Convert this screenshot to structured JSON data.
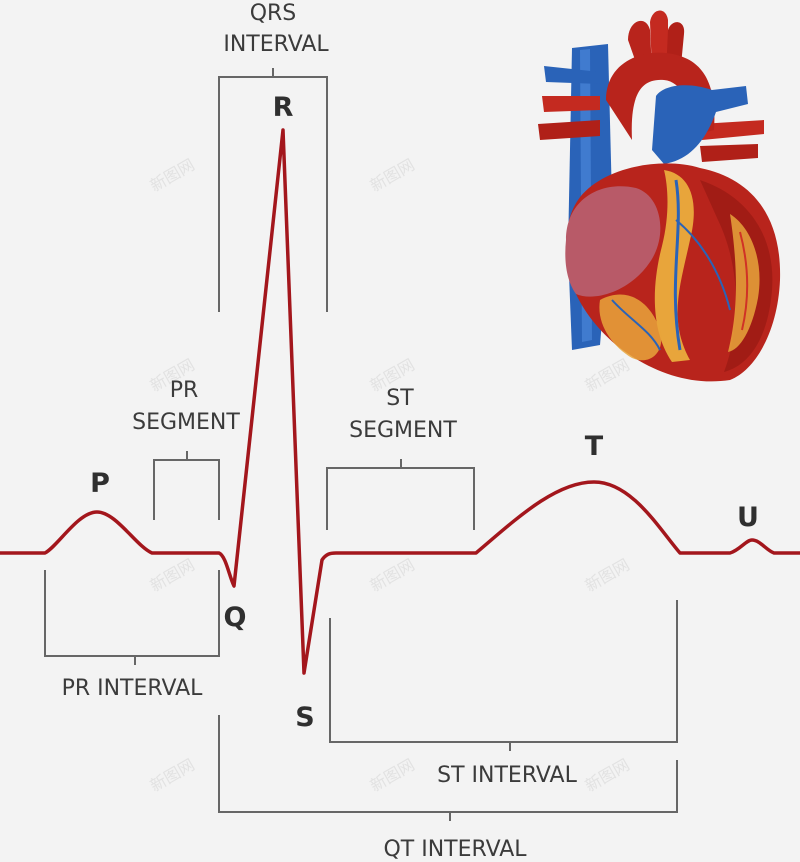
{
  "labels": {
    "qrs_interval_1": "QRS",
    "qrs_interval_2": "INTERVAL",
    "pr_segment_1": "PR",
    "pr_segment_2": "SEGMENT",
    "st_segment_1": "ST",
    "st_segment_2": "SEGMENT",
    "pr_interval": "PR INTERVAL",
    "st_interval": "ST INTERVAL",
    "qt_interval": "QT INTERVAL"
  },
  "waves": {
    "p": "P",
    "q": "Q",
    "r": "R",
    "s": "S",
    "t": "T",
    "u": "U"
  },
  "watermark": "新图网",
  "colors": {
    "ecg_trace": "#a3161c",
    "bracket": "#666666",
    "heart_red": "#b8241c",
    "heart_blue": "#2a63b8",
    "heart_fat": "#e8a53b"
  }
}
